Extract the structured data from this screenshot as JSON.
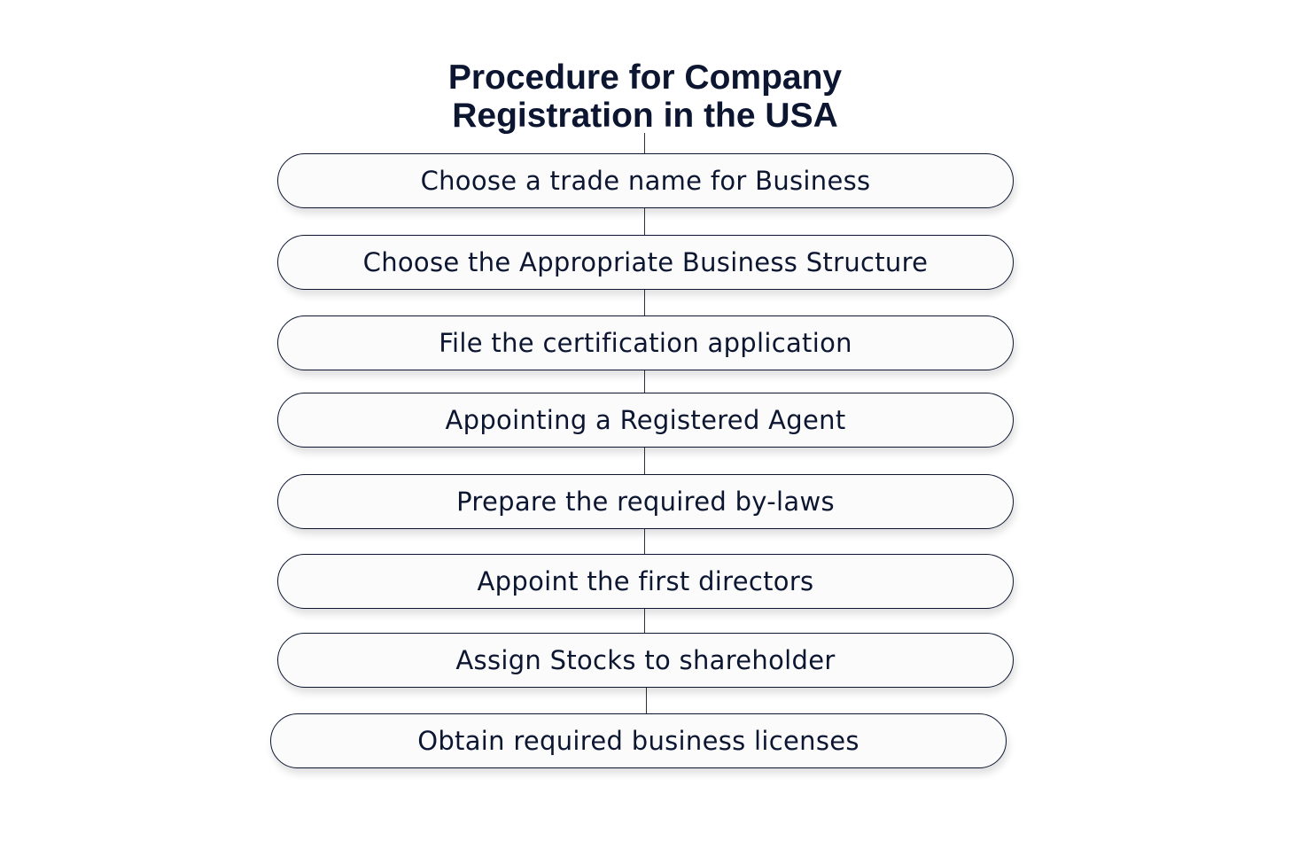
{
  "diagram": {
    "type": "vertical-flowchart",
    "title_lines": [
      "Procedure for Company",
      "Registration in the USA"
    ],
    "colors": {
      "text": "#0c1631",
      "box_border": "#0c1631",
      "box_fill": "#fbfbfc",
      "connector": "#2b2f3a",
      "background": "#ffffff"
    },
    "steps": [
      {
        "label": "Choose a trade name for Business"
      },
      {
        "label": "Choose the Appropriate Business Structure"
      },
      {
        "label": "File the certification application"
      },
      {
        "label": "Appointing a Registered Agent"
      },
      {
        "label": "Prepare the required by-laws"
      },
      {
        "label": "Appoint the first directors"
      },
      {
        "label": "Assign Stocks to shareholder"
      },
      {
        "label": "Obtain required business licenses"
      }
    ]
  }
}
